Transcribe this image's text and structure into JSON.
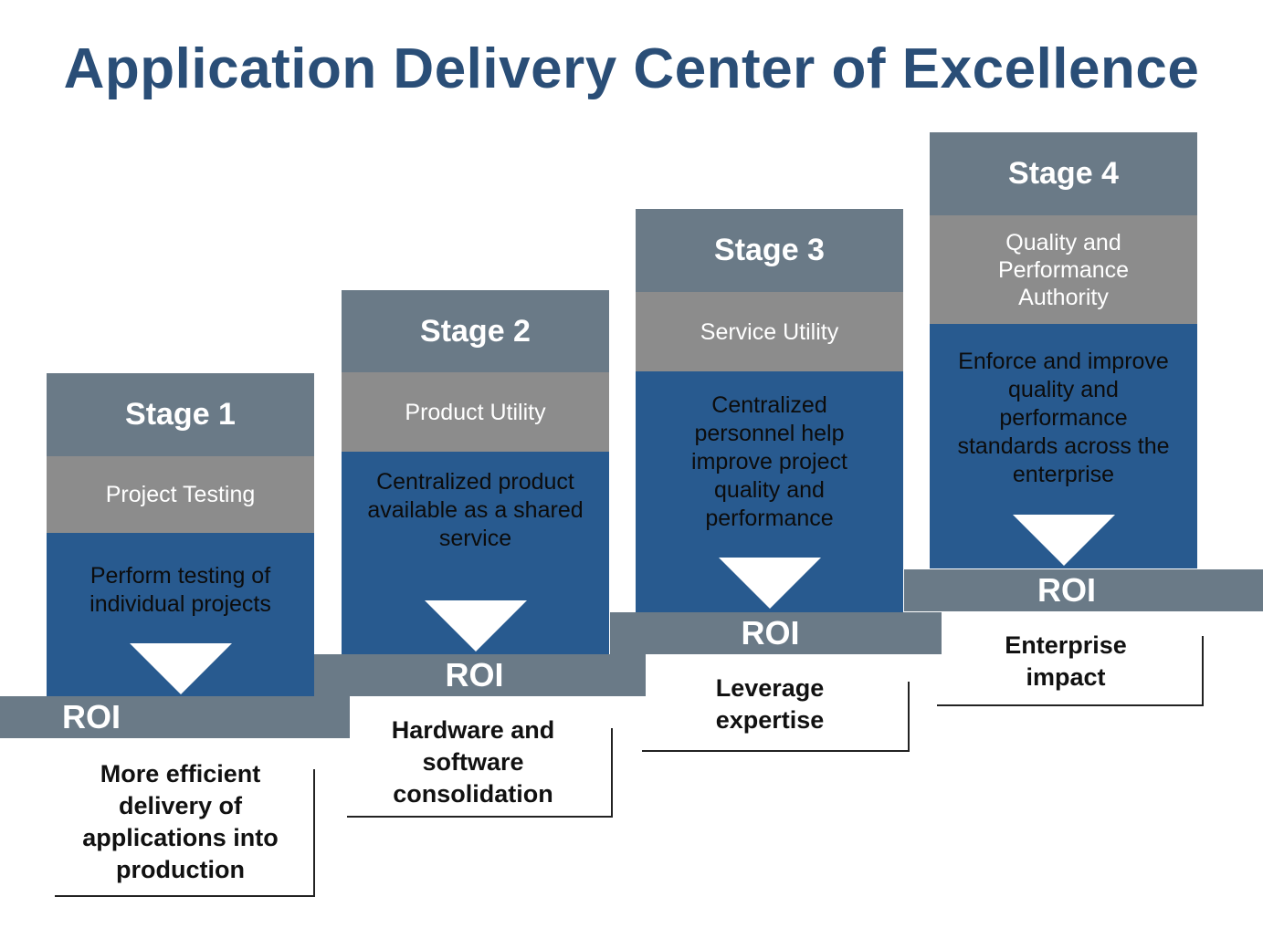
{
  "title": "Application Delivery Center of Excellence",
  "roi_label": "ROI",
  "stages": [
    {
      "header": "Stage 1",
      "name": "Project Testing",
      "description": "Perform testing of individual projects",
      "roi_outcome": "More efficient delivery of applications into production"
    },
    {
      "header": "Stage 2",
      "name": "Product Utility",
      "description": "Centralized product available as a shared service",
      "roi_outcome": "Hardware and software consolidation"
    },
    {
      "header": "Stage 3",
      "name": "Service Utility",
      "description": "Centralized personnel help improve project quality and performance",
      "roi_outcome": "Leverage expertise"
    },
    {
      "header": "Stage 4",
      "name": "Quality and Performance Authority",
      "description": "Enforce and improve quality and performance standards across the enterprise",
      "roi_outcome": "Enterprise impact"
    }
  ],
  "colors": {
    "title": "#2a4e77",
    "stage_header": "#6a7a87",
    "stage_name": "#8c8c8c",
    "stage_description": "#285a8f",
    "roi_band": "#6a7a87"
  }
}
